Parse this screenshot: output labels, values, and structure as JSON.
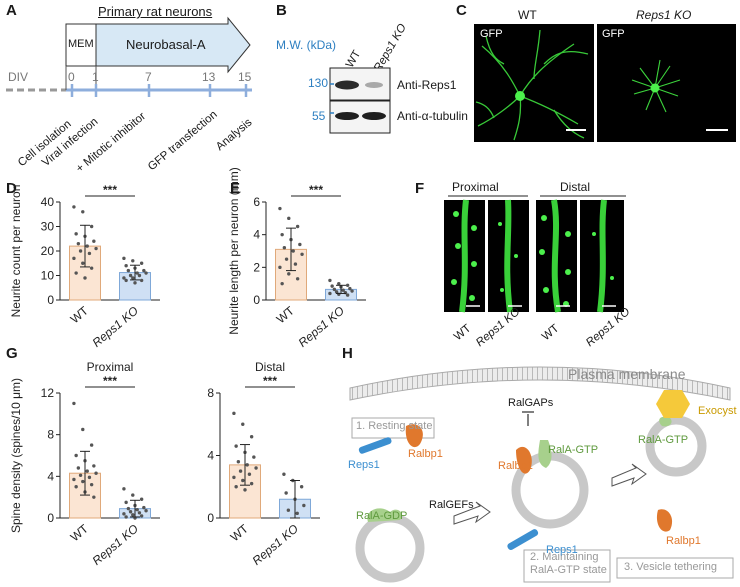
{
  "panels": [
    "A",
    "B",
    "C",
    "D",
    "E",
    "F",
    "G",
    "H"
  ],
  "panel_a": {
    "title": "Primary rat neurons",
    "media": [
      "MEM",
      "Neurobasal-A"
    ],
    "div_label": "DIV",
    "days": [
      "0",
      "1",
      "7",
      "13",
      "15"
    ],
    "events": [
      "Cell isolation",
      "Viral infection",
      "+ Mitotic inhibitor",
      "GFP transfection",
      "Analysis"
    ]
  },
  "panel_b": {
    "mw_label": "M.W. (kDa)",
    "lanes": [
      "WT",
      "Reps1 KO"
    ],
    "markers": [
      "130",
      "55"
    ],
    "bands": [
      "Anti-Reps1",
      "Anti-α-tubulin"
    ]
  },
  "panel_c": {
    "labels": [
      "WT",
      "Reps1 KO"
    ],
    "channel": "GFP"
  },
  "panel_f": {
    "groups": [
      "Proximal",
      "Distal"
    ],
    "lanes": [
      "WT",
      "Reps1 KO",
      "WT",
      "Reps1 KO"
    ]
  },
  "panel_h": {
    "membrane": "Plasma membrane",
    "steps": [
      "1. Resting state",
      "2. Maintaining\nRalA-GTP state",
      "3. Vesicle tethering"
    ],
    "molecules": [
      "Ralbp1",
      "Reps1",
      "RalA-GDP",
      "RalGAPs",
      "RalGEFs",
      "Ralbp1",
      "RalA-GTP",
      "Reps1",
      "Exocyst",
      "RalA-GTP",
      "Ralbp1"
    ]
  },
  "significance": "***",
  "chart_data": [
    {
      "type": "bar",
      "panel": "D",
      "categories": [
        "WT",
        "Reps1 KO"
      ],
      "values": [
        22.0,
        11.2
      ],
      "errors": [
        8.5,
        3.0
      ],
      "points": [
        [
          38,
          36,
          30,
          27,
          26,
          24,
          23,
          22,
          21,
          20,
          19,
          17,
          15,
          13,
          11,
          9
        ],
        [
          17,
          16,
          15,
          14,
          13,
          12,
          12,
          11,
          11,
          10,
          10,
          9,
          9,
          8,
          8,
          7
        ]
      ],
      "ylabel": "Neurite count per neuron",
      "ylim": [
        0,
        40
      ],
      "yticks": [
        0,
        10,
        20,
        30,
        40
      ],
      "colors": [
        "#fbe5d3",
        "#cfe0f4"
      ],
      "edge_colors": [
        "#e0a97a",
        "#7fa8d8"
      ]
    },
    {
      "type": "bar",
      "panel": "E",
      "categories": [
        "WT",
        "Reps1 KO"
      ],
      "values": [
        3.1,
        0.65
      ],
      "errors": [
        1.3,
        0.25
      ],
      "points": [
        [
          5.6,
          5.0,
          4.5,
          4.0,
          3.7,
          3.4,
          3.2,
          3.0,
          2.8,
          2.5,
          2.2,
          2.0,
          1.6,
          1.3,
          1.0
        ],
        [
          1.2,
          1.0,
          0.9,
          0.85,
          0.8,
          0.7,
          0.65,
          0.6,
          0.55,
          0.5,
          0.45,
          0.4,
          0.35,
          0.3
        ]
      ],
      "ylabel": "Neurite length per neuron (mm)",
      "ylim": [
        0,
        6
      ],
      "yticks": [
        0,
        2,
        4,
        6
      ],
      "colors": [
        "#fbe5d3",
        "#cfe0f4"
      ],
      "edge_colors": [
        "#e0a97a",
        "#7fa8d8"
      ]
    },
    {
      "type": "bar",
      "panel": "G",
      "title": "Proximal",
      "categories": [
        "WT",
        "Reps1 KO"
      ],
      "values": [
        4.3,
        0.9
      ],
      "errors": [
        2.1,
        0.8
      ],
      "points": [
        [
          11,
          8.5,
          7,
          6,
          5.5,
          5,
          4.8,
          4.5,
          4.3,
          4.1,
          3.9,
          3.7,
          3.5,
          3.2,
          3.0,
          2.5,
          2.0
        ],
        [
          2.8,
          2.2,
          1.8,
          1.5,
          1.2,
          1.0,
          0.9,
          0.8,
          0.7,
          0.6,
          0.5,
          0.4,
          0.3,
          0.2,
          0.1,
          0.0
        ]
      ],
      "ylabel": "Spine density (spines/10 μm)",
      "ylim": [
        0,
        12
      ],
      "yticks": [
        0,
        4,
        8,
        12
      ],
      "colors": [
        "#fbe5d3",
        "#cfe0f4"
      ],
      "edge_colors": [
        "#e0a97a",
        "#7fa8d8"
      ]
    },
    {
      "type": "bar",
      "panel": "G",
      "title": "Distal",
      "categories": [
        "WT",
        "Reps1 KO"
      ],
      "values": [
        3.4,
        1.2
      ],
      "errors": [
        1.3,
        1.2
      ],
      "points": [
        [
          6.7,
          6.0,
          5.2,
          4.6,
          4.2,
          3.9,
          3.6,
          3.4,
          3.2,
          3.0,
          2.8,
          2.6,
          2.4,
          2.2,
          2.0,
          1.8
        ],
        [
          2.8,
          2.4,
          2.0,
          1.6,
          1.2,
          0.8,
          0.5,
          0.3
        ]
      ],
      "ylabel": "",
      "ylim": [
        0,
        8
      ],
      "yticks": [
        0,
        4,
        8
      ],
      "colors": [
        "#fbe5d3",
        "#cfe0f4"
      ],
      "edge_colors": [
        "#e0a97a",
        "#7fa8d8"
      ]
    }
  ]
}
